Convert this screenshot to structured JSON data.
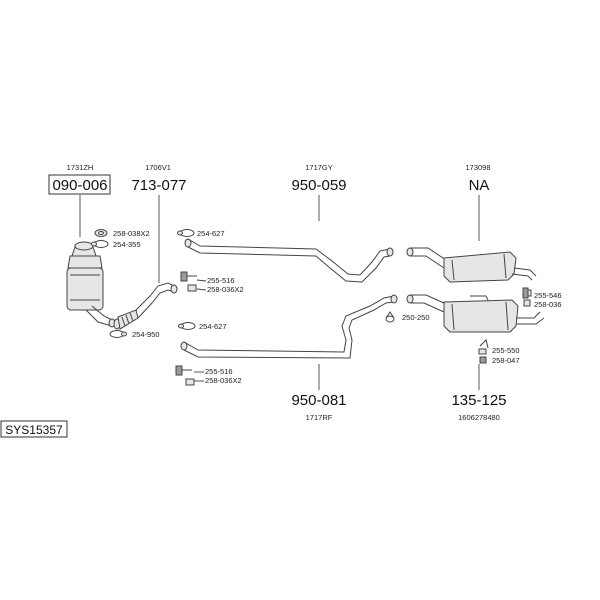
{
  "diagram_id": "SYS15357",
  "assemblies": {
    "cat": {
      "ref": "1731ZH",
      "code": "090-006"
    },
    "front_pipe": {
      "ref": "1706V1",
      "code": "713-077"
    },
    "mid_upper": {
      "ref": "1717GY",
      "code": "950-059"
    },
    "rear_upper": {
      "ref": "173098",
      "code": "NA"
    },
    "mid_lower": {
      "ref": "1717RF",
      "code": "950-081"
    },
    "rear_lower": {
      "ref": "1606278480",
      "code": "135-125"
    }
  },
  "fittings": {
    "cat_seal": "258-038X2",
    "cat_clamp": "254-355",
    "fp_clamp": "254-950",
    "mid_upper_clamp": "254-627",
    "mid_upper_hanger": "255-516",
    "mid_upper_rubber": "258-036X2",
    "mid_lower_clamp": "254-627",
    "mid_lower_hanger": "255-516",
    "mid_lower_rubber": "258-036X2",
    "rear_connector": "250-250",
    "rear_upper_mount": "255-546",
    "rear_upper_rubber": "258-036",
    "rear_lower_mount": "255-550",
    "rear_lower_rubber": "258-047"
  }
}
